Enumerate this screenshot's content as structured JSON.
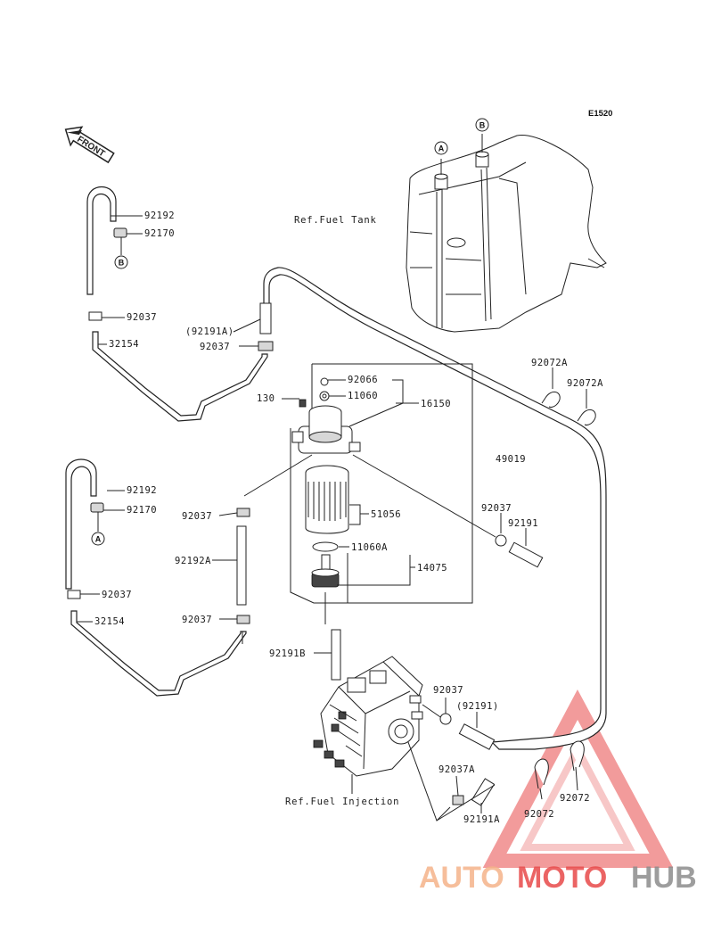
{
  "diagram_code": "E1520",
  "front_label": "FRONT",
  "references": {
    "fuel_tank": "Ref.Fuel Tank",
    "fuel_injection": "Ref.Fuel Injection"
  },
  "connectors": {
    "a": "A",
    "b": "B"
  },
  "parts": {
    "p92192_top": "92192",
    "p92170_top": "92170",
    "p92037_l1": "92037",
    "p32154_top": "32154",
    "p92191A_paren": "(92191A)",
    "p92037_c1": "92037",
    "p92066": "92066",
    "p130": "130",
    "p11060": "11060",
    "p16150": "16150",
    "p92072A_1": "92072A",
    "p92072A_2": "92072A",
    "p49019": "49019",
    "p92192_mid": "92192",
    "p92170_mid": "92170",
    "p92037_c2": "92037",
    "p51056": "51056",
    "p92037_r1": "92037",
    "p92191": "92191",
    "p92192A": "92192A",
    "p11060A": "11060A",
    "p14075": "14075",
    "p92037_l2": "92037",
    "p32154_mid": "32154",
    "p92037_c3": "92037",
    "p92191B": "92191B",
    "p92037_r2": "92037",
    "p92191_paren": "(92191)",
    "p92037A": "92037A",
    "p92191A": "92191A",
    "p92072_1": "92072",
    "p92072_2": "92072"
  },
  "watermark": {
    "part1": "AUTO",
    "part2": "MOTO",
    "part3": "HUB",
    "color_orange": "#f5b38a",
    "color_red": "#e84a4a",
    "color_gray": "#8c8c8c"
  }
}
